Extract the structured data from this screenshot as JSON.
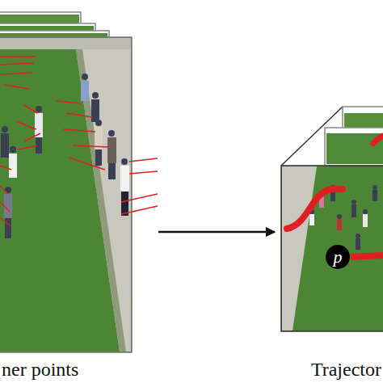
{
  "diagram": {
    "nodes": [
      {
        "text": [
          "ner points"
        ]
      },
      {
        "text": [
          "Trajector"
        ]
      },
      {
        "text": [
          "p"
        ],
        "in": 1
      }
    ],
    "edges": [
      {
        "from": 0,
        "to": 1,
        "arrow": "to"
      }
    ]
  }
}
